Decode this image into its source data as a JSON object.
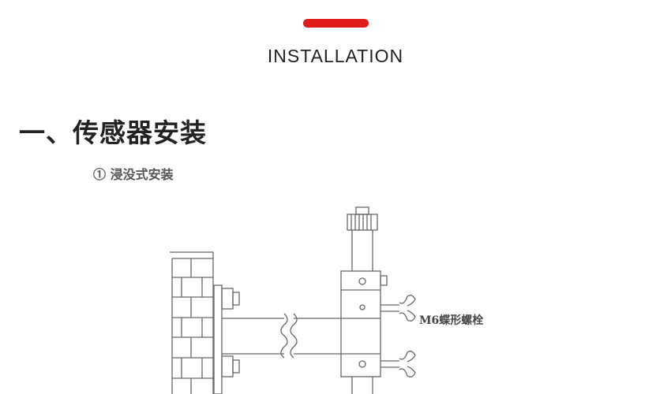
{
  "header": {
    "accent_color": "#e01b1b",
    "section_title": "INSTALLATION"
  },
  "content": {
    "heading": "一、传感器安装",
    "subheading": "① 浸没式安装"
  },
  "diagram": {
    "bolt_label": "M6蝶形螺栓"
  }
}
